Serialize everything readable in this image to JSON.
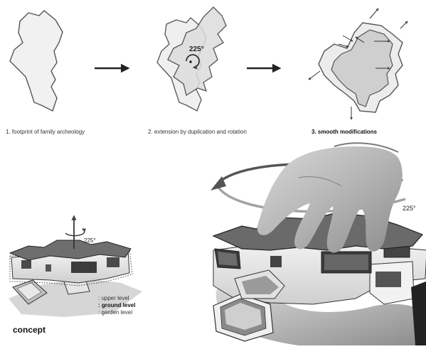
{
  "steps": [
    {
      "label": "1. footprint of family archeology"
    },
    {
      "label": "2. extension by duplication and rotation"
    },
    {
      "label": "3. smooth modifications"
    }
  ],
  "rotation_label_step2": "225°",
  "rotation_label_concept": "225°",
  "rotation_label_photo": "225°",
  "legend": {
    "upper": ": upper level",
    "ground": ": ground level",
    "garden": ": garden level"
  },
  "concept_label": "concept"
}
